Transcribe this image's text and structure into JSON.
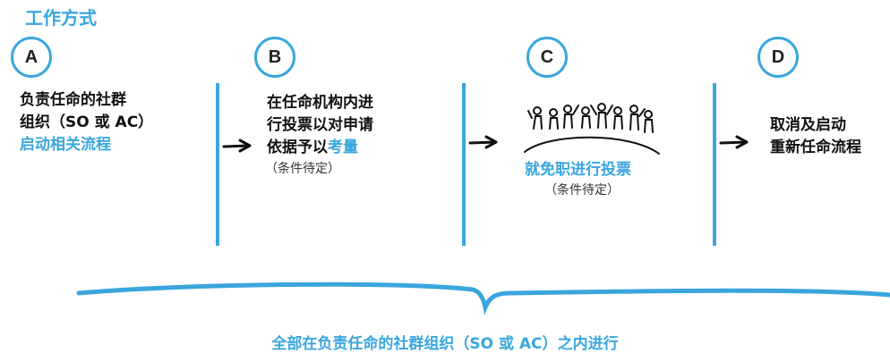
{
  "title": "工作方式",
  "steps": [
    {
      "letter": "A",
      "lines": [
        "负责任命的社群",
        "组织（SO 或 AC）"
      ],
      "highlight": "启动相关流程"
    },
    {
      "letter": "B",
      "lines": [
        "在任命机构内进",
        "行投票以对申请",
        "依据予以"
      ],
      "highlight": "考量",
      "condition": "（条件待定）"
    },
    {
      "letter": "C",
      "highlight": "就免职进行投票",
      "condition": "（条件待定）"
    },
    {
      "letter": "D",
      "lines": [
        "取消及启动",
        "重新任命流程"
      ]
    }
  ],
  "footer": "全部在负责任命的社群组织（SO 或 AC）之内进行",
  "colors": {
    "accent": "#3aa6dd",
    "text": "#111111"
  },
  "icons": [
    "arrow-right-icon",
    "people-around-table-icon",
    "curly-brace-icon"
  ]
}
